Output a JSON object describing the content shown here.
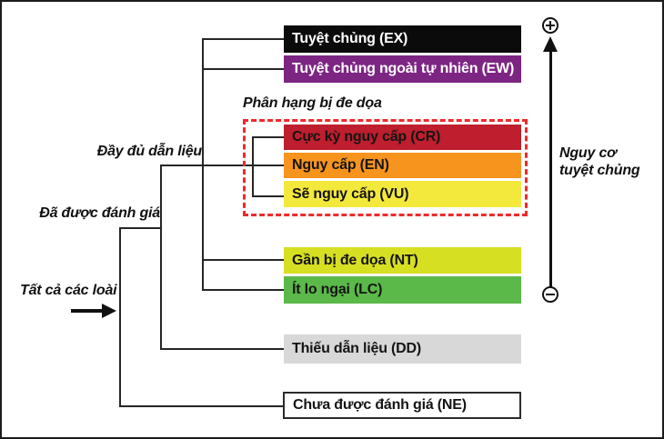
{
  "diagram": {
    "subject": "IUCN Red List category structure (Vietnamese)",
    "threatened_group_label": "Phân hạng bị đe dọa"
  },
  "annotations": {
    "all_species": "Tất cả các loài",
    "evaluated": "Đã được đánh giá",
    "adequate_data": "Đầy đủ dẫn liệu"
  },
  "axis": {
    "label_line1": "Nguy cơ",
    "label_line2": "tuyệt chủng",
    "top_icon": "plus-circle-icon",
    "bottom_icon": "minus-circle-icon"
  },
  "categories": [
    {
      "code": "EX",
      "label": "Tuyệt chủng (EX)",
      "bg": "#0b0b0b",
      "text_color": "#ffffff"
    },
    {
      "code": "EW",
      "label": "Tuyệt chủng ngoài tự nhiên (EW)",
      "bg": "#7d2583",
      "text_color": "#ffffff"
    },
    {
      "code": "CR",
      "label": "Cực kỳ nguy cấp (CR)",
      "bg": "#be1e2d",
      "text_color": "#141414"
    },
    {
      "code": "EN",
      "label": "Nguy cấp (EN)",
      "bg": "#f7941e",
      "text_color": "#141414"
    },
    {
      "code": "VU",
      "label": "Sẽ nguy cấp (VU)",
      "bg": "#f3e93c",
      "text_color": "#141414"
    },
    {
      "code": "NT",
      "label": "Gần bị đe dọa (NT)",
      "bg": "#d7df23",
      "text_color": "#141414"
    },
    {
      "code": "LC",
      "label": "Ít lo ngại (LC)",
      "bg": "#5bb949",
      "text_color": "#141414"
    },
    {
      "code": "DD",
      "label": "Thiếu dẫn liệu (DD)",
      "bg": "#d8d8d8",
      "text_color": "#141414"
    },
    {
      "code": "NE",
      "label": "Chưa được đánh giá (NE)",
      "bg": "#ffffff",
      "text_color": "#141414"
    }
  ],
  "colors": {
    "threatened_outline": "#ed2a2a",
    "connector_line": "#262626",
    "canvas_border": "#1b1b1b"
  }
}
